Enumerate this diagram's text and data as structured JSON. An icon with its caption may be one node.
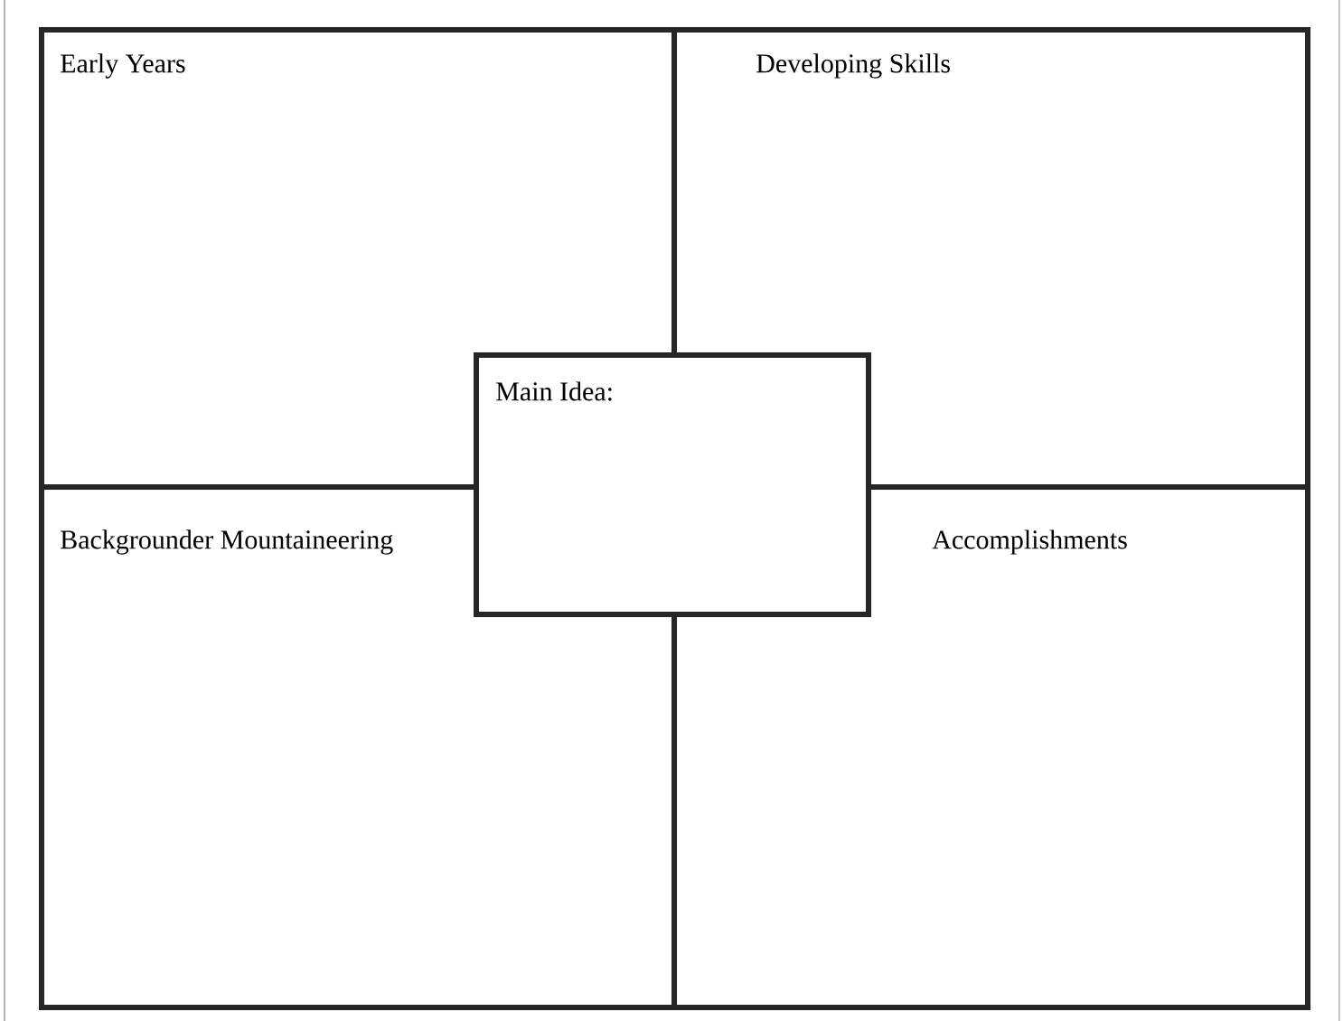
{
  "diagram": {
    "nodes": [
      {
        "text": [
          "Early Years"
        ]
      },
      {
        "text": [
          "Developing Skills"
        ]
      },
      {
        "text": [
          "Backgrounder Mountaineering"
        ]
      },
      {
        "text": [
          "Accomplishments"
        ]
      },
      {
        "text": [
          "Main Idea:"
        ]
      }
    ]
  }
}
